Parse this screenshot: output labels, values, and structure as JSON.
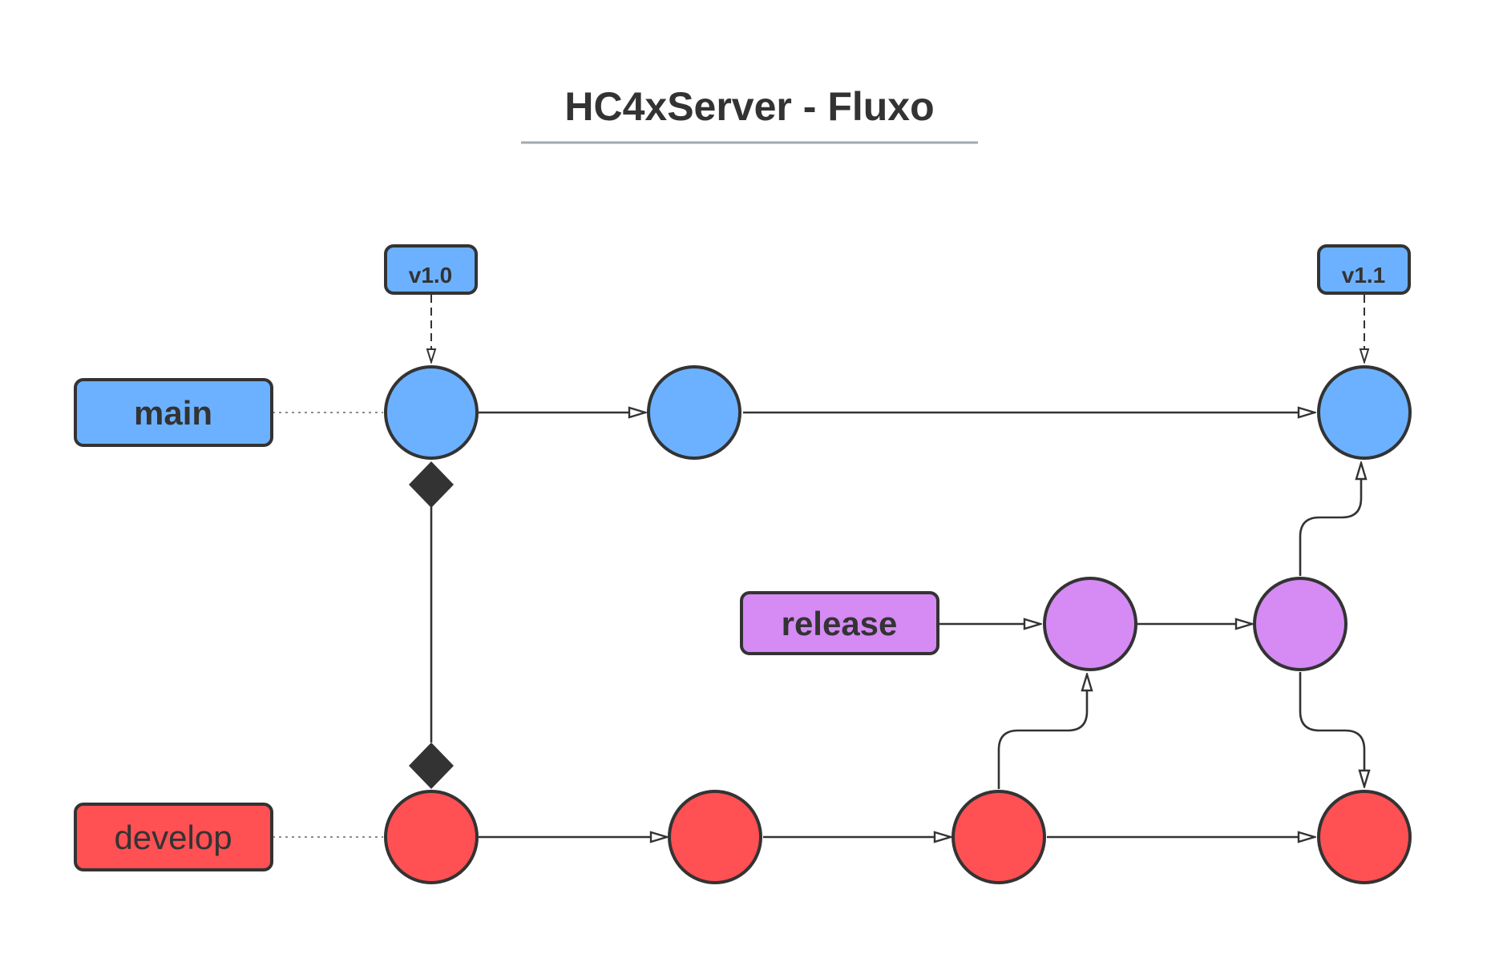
{
  "title": "HC4xServer - Fluxo",
  "colors": {
    "main": "#6CB1FF",
    "develop": "#FF5053",
    "release": "#D58AF4",
    "stroke": "#333333",
    "title_underline": "#A3A9B0"
  },
  "branches": {
    "main": {
      "label": "main"
    },
    "develop": {
      "label": "develop"
    },
    "release": {
      "label": "release"
    }
  },
  "tags": {
    "v1_0": {
      "label": "v1.0"
    },
    "v1_1": {
      "label": "v1.1"
    }
  }
}
